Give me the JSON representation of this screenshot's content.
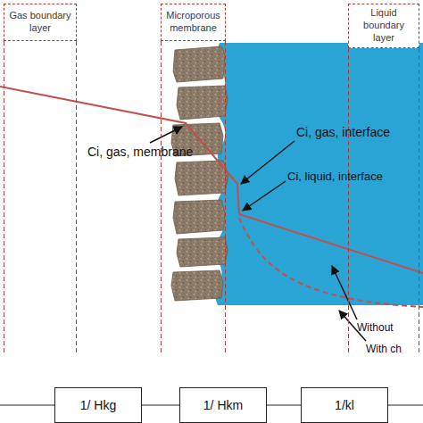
{
  "diagram": {
    "nodes": [
      {
        "text": [
          "Gas boundary layer"
        ]
      },
      {
        "text": [
          "Microporous membrane"
        ]
      },
      {
        "text": [
          "Liquid boundary layer"
        ]
      },
      {
        "text": [
          "1/ Hkg"
        ]
      },
      {
        "text": [
          "1/ Hkm"
        ]
      },
      {
        "text": [
          "1/kl"
        ]
      }
    ],
    "edges": [
      {
        "from": 3,
        "to": 4,
        "arrow": "none"
      },
      {
        "from": 4,
        "to": 5,
        "arrow": "none"
      }
    ],
    "labels": [
      "Ci, gas, membrane",
      "Ci, gas, interface",
      "Ci, liquid, interface",
      "Without",
      "With ch"
    ]
  }
}
